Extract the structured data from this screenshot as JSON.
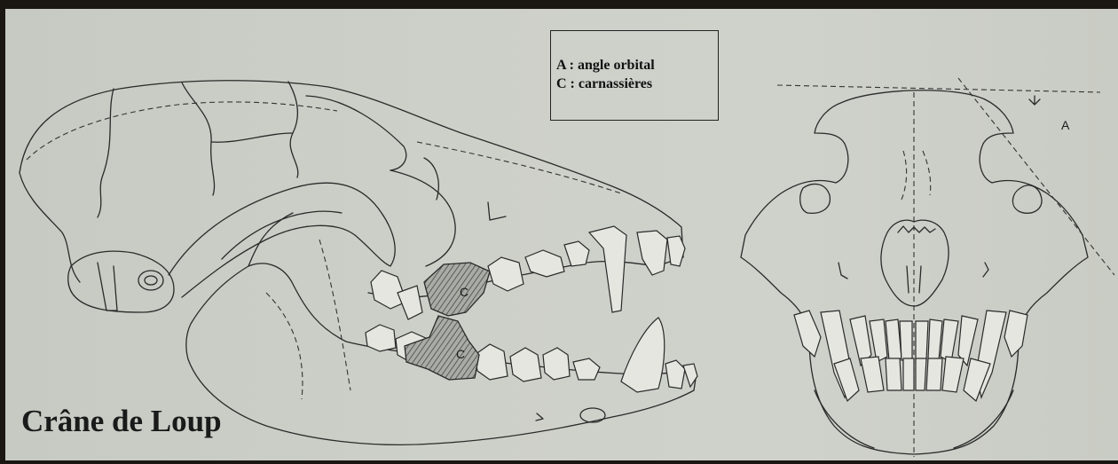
{
  "legend": {
    "line_a": "A : angle orbital",
    "line_c": "C : carnassières"
  },
  "caption": "Crâne de Loup",
  "labels": {
    "carnassial_upper": "C",
    "carnassial_lower": "C",
    "orbital_angle": "A"
  },
  "colors": {
    "paper": "#cdd0c8",
    "ink": "#2a2a2a",
    "background": "#1a1612"
  }
}
